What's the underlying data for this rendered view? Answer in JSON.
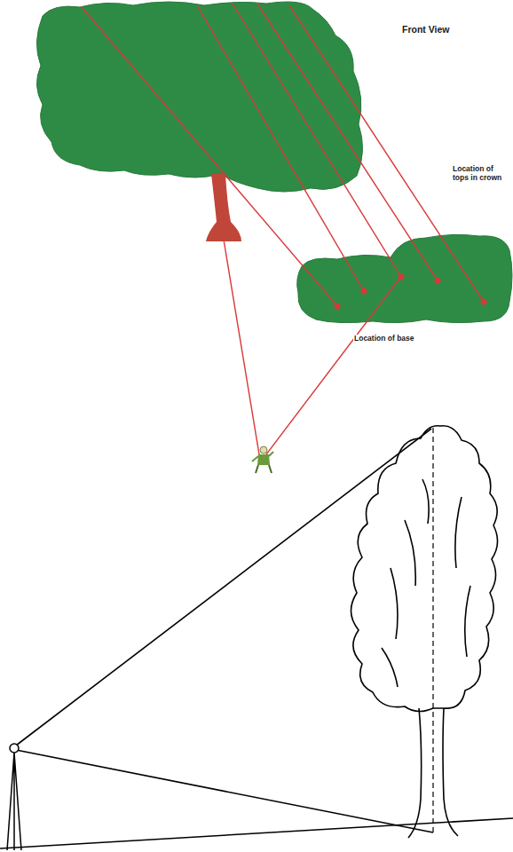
{
  "diagram": {
    "labels": [
      "Front View",
      "Location of tops in crown",
      "Location of base"
    ]
  }
}
